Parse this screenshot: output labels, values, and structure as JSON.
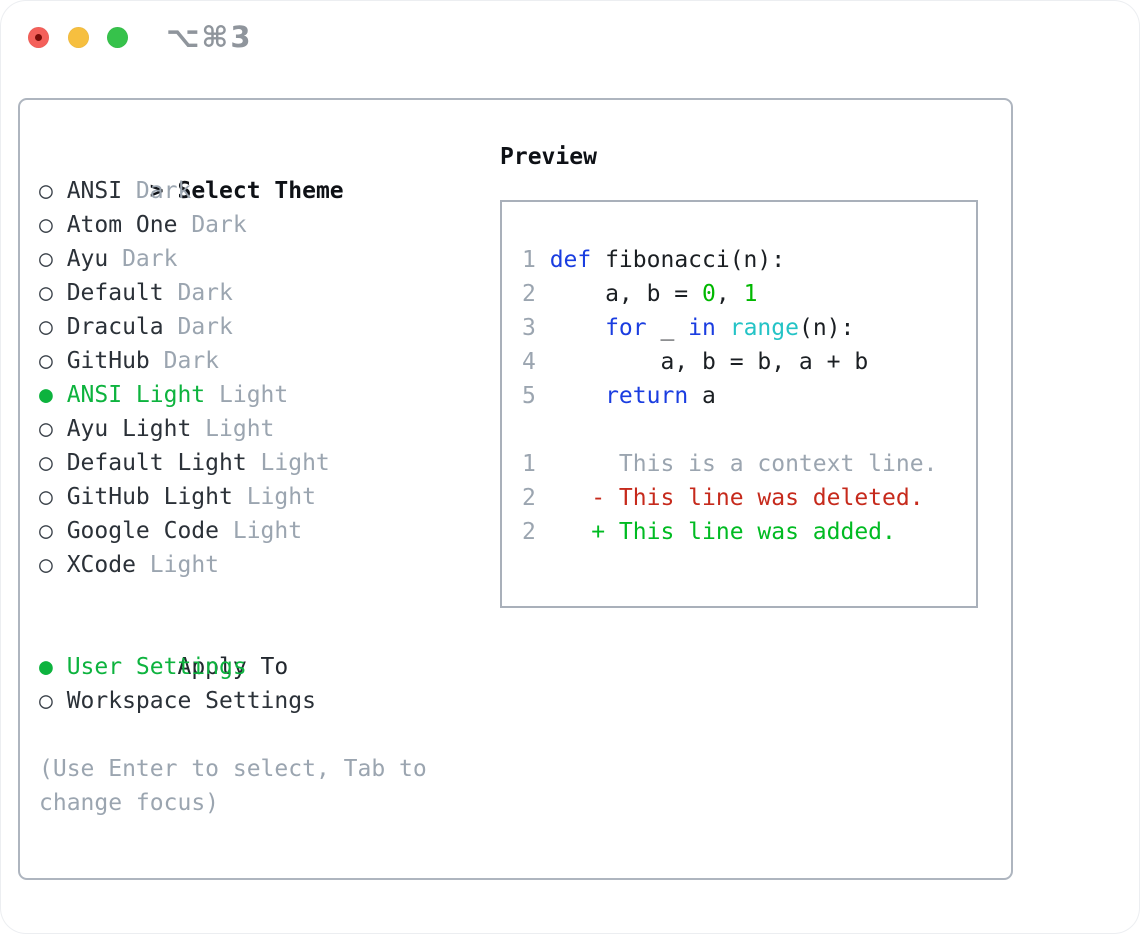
{
  "titlebar": {
    "shortcut": "⌥⌘3",
    "lights": [
      {
        "name": "close",
        "color": "#f4605a",
        "dot": "#7a0d09"
      },
      {
        "name": "minimize",
        "color": "#f6bf3f"
      },
      {
        "name": "zoom",
        "color": "#36c24b"
      }
    ]
  },
  "theme_picker": {
    "header": {
      "cursor": ">",
      "label": "Select Theme"
    },
    "items": [
      {
        "marker": "○",
        "name": "ANSI",
        "variant": "Dark",
        "selected": false
      },
      {
        "marker": "○",
        "name": "Atom One",
        "variant": "Dark",
        "selected": false
      },
      {
        "marker": "○",
        "name": "Ayu",
        "variant": "Dark",
        "selected": false
      },
      {
        "marker": "○",
        "name": "Default",
        "variant": "Dark",
        "selected": false
      },
      {
        "marker": "○",
        "name": "Dracula",
        "variant": "Dark",
        "selected": false
      },
      {
        "marker": "○",
        "name": "GitHub",
        "variant": "Dark",
        "selected": false
      },
      {
        "marker": "●",
        "name": "ANSI Light",
        "variant": "Light",
        "selected": true
      },
      {
        "marker": "○",
        "name": "Ayu Light",
        "variant": "Light",
        "selected": false
      },
      {
        "marker": "○",
        "name": "Default Light",
        "variant": "Light",
        "selected": false
      },
      {
        "marker": "○",
        "name": "GitHub Light",
        "variant": "Light",
        "selected": false
      },
      {
        "marker": "○",
        "name": "Google Code",
        "variant": "Light",
        "selected": false
      },
      {
        "marker": "○",
        "name": "XCode",
        "variant": "Light",
        "selected": false
      }
    ],
    "apply_to": {
      "label": "Apply To",
      "options": [
        {
          "marker": "●",
          "label": "User Settings",
          "selected": true
        },
        {
          "marker": "○",
          "label": "Workspace Settings",
          "selected": false
        }
      ]
    },
    "hint_lines": [
      "(Use Enter to select, Tab to",
      "change focus)"
    ],
    "accent_green": "#0db33e"
  },
  "preview": {
    "label": "Preview",
    "colors": {
      "kw": "#1a3de0",
      "fn": "#24c3c6",
      "num": "#00b800",
      "fg": "#1b1f23",
      "ctx": "#9ba5b0",
      "del": "#c62a1c",
      "add": "#00bb22"
    },
    "code_lines": [
      {
        "num": "1",
        "tokens": [
          {
            "t": "def",
            "c": "kw"
          },
          {
            "t": " fibonacci(n):",
            "c": "fg"
          }
        ]
      },
      {
        "num": "2",
        "tokens": [
          {
            "t": "    a, b = ",
            "c": "fg"
          },
          {
            "t": "0",
            "c": "num"
          },
          {
            "t": ", ",
            "c": "fg"
          },
          {
            "t": "1",
            "c": "num"
          }
        ]
      },
      {
        "num": "3",
        "tokens": [
          {
            "t": "    ",
            "c": "fg"
          },
          {
            "t": "for",
            "c": "kw"
          },
          {
            "t": " _ ",
            "c": "fg"
          },
          {
            "t": "in",
            "c": "kw"
          },
          {
            "t": " ",
            "c": "fg"
          },
          {
            "t": "range",
            "c": "fn"
          },
          {
            "t": "(n):",
            "c": "fg"
          }
        ]
      },
      {
        "num": "4",
        "tokens": [
          {
            "t": "        a, b = b, a + b",
            "c": "fg"
          }
        ]
      },
      {
        "num": "5",
        "tokens": [
          {
            "t": "    ",
            "c": "fg"
          },
          {
            "t": "return",
            "c": "kw"
          },
          {
            "t": " a",
            "c": "fg"
          }
        ]
      },
      {
        "num": "",
        "tokens": []
      },
      {
        "num": "1",
        "tokens": [
          {
            "t": "     This is a context line.",
            "c": "ctx"
          }
        ]
      },
      {
        "num": "2",
        "tokens": [
          {
            "t": "   - This line was deleted.",
            "c": "del"
          }
        ]
      },
      {
        "num": "2",
        "tokens": [
          {
            "t": "   + This line was added.",
            "c": "add"
          }
        ]
      }
    ]
  }
}
